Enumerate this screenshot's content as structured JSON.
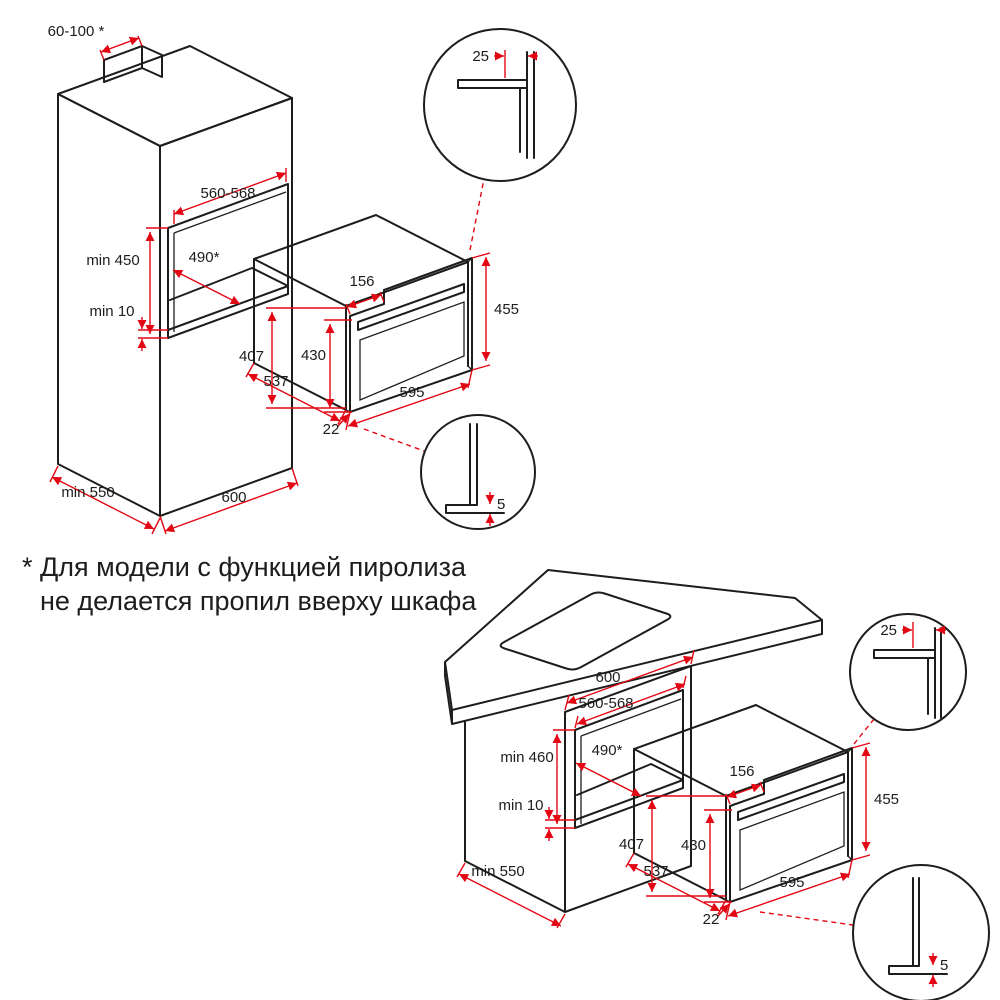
{
  "colors": {
    "line": "#1d1d1b",
    "dimension": "#e30613",
    "background": "#ffffff"
  },
  "note": {
    "line1": "* Для модели с функцией пиролиза",
    "line2": "не делается пропил вверху шкафа"
  },
  "top_diagram": {
    "dims": {
      "top_cutout": "60-100 *",
      "niche_width": "560-568",
      "niche_height": "min 450",
      "niche_depth": "490*",
      "bottom_gap": "min 10",
      "cabinet_depth": "min 550",
      "cabinet_width": "600",
      "oven_step": "156",
      "oven_body_height": "407",
      "oven_door_height": "430",
      "oven_height": "455",
      "oven_depth": "537",
      "oven_width": "595",
      "oven_frame": "22",
      "detail_overlap": "25",
      "detail_gap": "5"
    }
  },
  "bottom_diagram": {
    "dims": {
      "cabinet_width": "600",
      "niche_width": "560-568",
      "niche_height": "min 460",
      "niche_depth": "490*",
      "bottom_gap": "min 10",
      "cabinet_depth": "min 550",
      "oven_step": "156",
      "oven_body_height": "407",
      "oven_door_height": "430",
      "oven_height": "455",
      "oven_depth": "537",
      "oven_width": "595",
      "oven_frame": "22",
      "detail_overlap": "25",
      "detail_gap": "5"
    }
  }
}
